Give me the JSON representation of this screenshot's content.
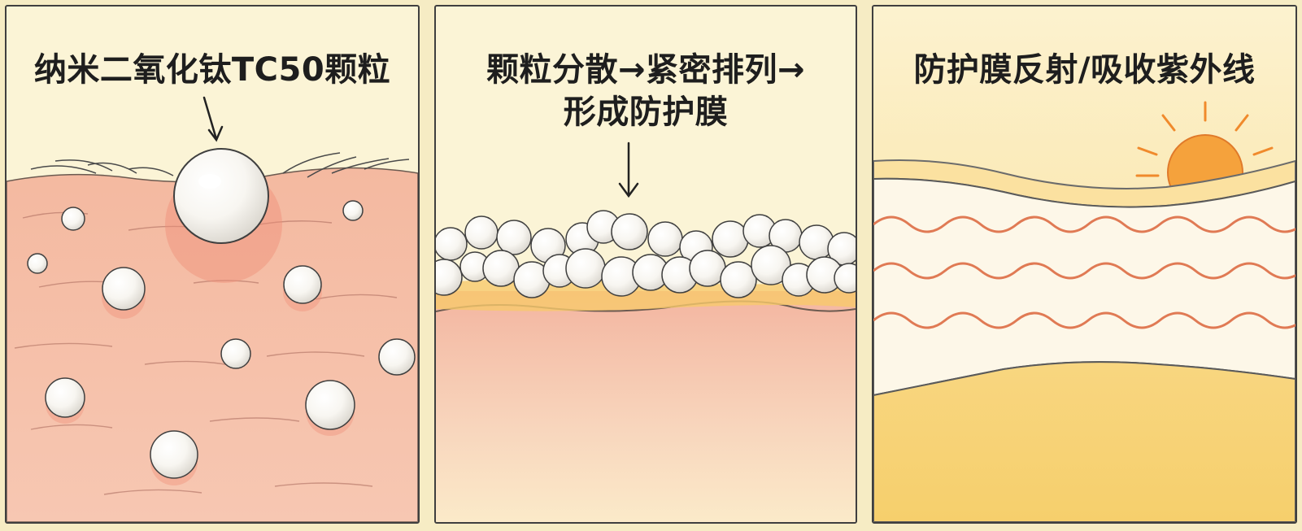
{
  "panels": [
    {
      "id": "particles",
      "caption_lines": [
        "纳米二氧化钛TC50颗粒"
      ]
    },
    {
      "id": "film-formation",
      "caption_lines": [
        "颗粒分散→紧密排列→",
        "形成防护膜"
      ]
    },
    {
      "id": "uv-protection",
      "caption_lines": [
        "防护膜反射/吸收紫外线"
      ]
    }
  ],
  "colors": {
    "skin": "#f6c3a8",
    "skin_deep": "#ef9f88",
    "particle": "#ffffff",
    "film": "#f7c96b",
    "uv_wave": "#e07a54",
    "sun": "#f5a23c",
    "outline": "#3f3f3f"
  },
  "icons": [
    "down-arrow-icon",
    "sun-icon",
    "uv-wave-icon"
  ]
}
